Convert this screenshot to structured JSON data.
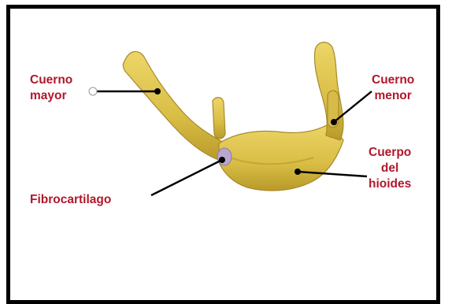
{
  "labels": {
    "cuerno_mayor": [
      "Cuerno",
      "mayor"
    ],
    "cuerno_menor": [
      "Cuerno",
      "menor"
    ],
    "cuerpo": [
      "Cuerpo",
      "del",
      "hioides"
    ],
    "fibrocartilago": "Fibrocartilago"
  },
  "colors": {
    "label": "#b0182a",
    "bone": "#e2c84e",
    "bone_shadow": "#b99a2a",
    "cartilage": "#b9a6cf",
    "frame": "#000000"
  }
}
